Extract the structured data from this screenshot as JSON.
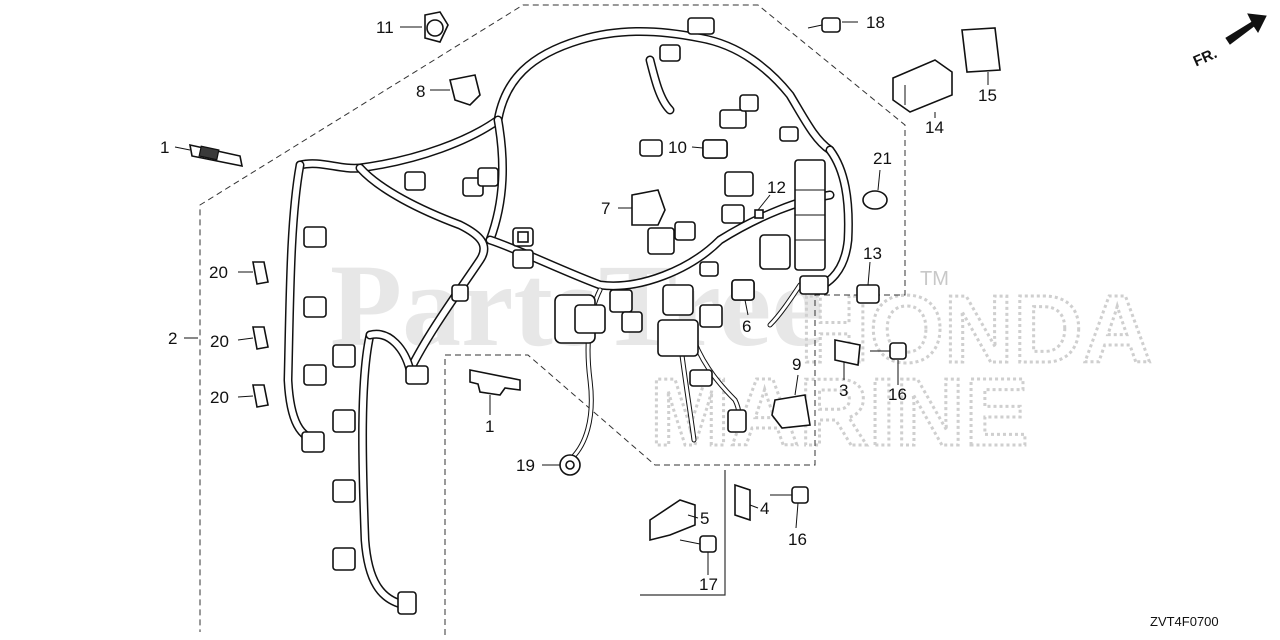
{
  "diagram": {
    "drawing_code": "ZVT4F0700",
    "direction_label": "FR.",
    "watermark": {
      "brand": "PartsTree",
      "trademark": "TM",
      "line1": "HONDA",
      "line2": "MARINE"
    },
    "callouts": [
      {
        "id": "c1a",
        "label": "1"
      },
      {
        "id": "c1b",
        "label": "1"
      },
      {
        "id": "c2",
        "label": "2"
      },
      {
        "id": "c3",
        "label": "3"
      },
      {
        "id": "c4",
        "label": "4"
      },
      {
        "id": "c5",
        "label": "5"
      },
      {
        "id": "c6",
        "label": "6"
      },
      {
        "id": "c7",
        "label": "7"
      },
      {
        "id": "c8",
        "label": "8"
      },
      {
        "id": "c9",
        "label": "9"
      },
      {
        "id": "c10",
        "label": "10"
      },
      {
        "id": "c11",
        "label": "11"
      },
      {
        "id": "c12",
        "label": "12"
      },
      {
        "id": "c13",
        "label": "13"
      },
      {
        "id": "c14",
        "label": "14"
      },
      {
        "id": "c15",
        "label": "15"
      },
      {
        "id": "c16a",
        "label": "16"
      },
      {
        "id": "c16b",
        "label": "16"
      },
      {
        "id": "c17",
        "label": "17"
      },
      {
        "id": "c18",
        "label": "18"
      },
      {
        "id": "c19",
        "label": "19"
      },
      {
        "id": "c20a",
        "label": "20"
      },
      {
        "id": "c20b",
        "label": "20"
      },
      {
        "id": "c20c",
        "label": "20"
      },
      {
        "id": "c21",
        "label": "21"
      }
    ]
  }
}
